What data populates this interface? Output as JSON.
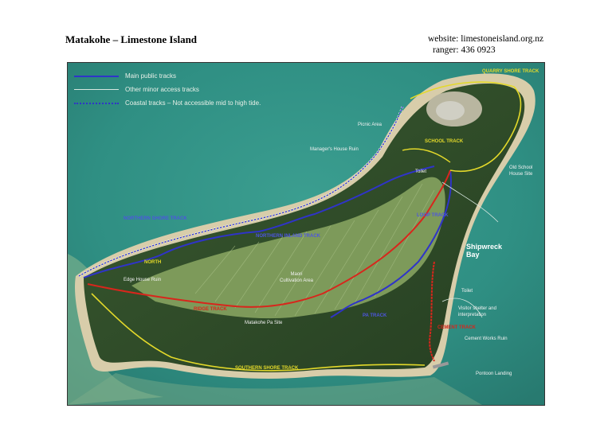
{
  "header": {
    "title": "Matakohe – Limestone Island",
    "website": "website: limestoneisland.org.nz",
    "ranger": "ranger: 436 0923"
  },
  "legend": [
    {
      "label": "Main public tracks",
      "color": "#2f34c8",
      "style": "solid"
    },
    {
      "label": "Other minor access tracks",
      "color": "#d8e8e0",
      "style": "thin"
    },
    {
      "label": "Coastal tracks – Not accessible mid to high tide.",
      "color": "#2f34c8",
      "style": "dotted"
    }
  ],
  "tracks": {
    "quarry_shore": "QUARRY SHORE TRACK",
    "school": "SCHOOL TRACK",
    "northern_shore": "NORTHERN SHORE TRACK",
    "northern_inland": "NORTHERN INLAND TRACK",
    "loop": "LOOP TRACK",
    "ridge": "RIDGE TRACK",
    "pa": "PA TRACK",
    "southern_shore": "SOUTHERN SHORE TRACK",
    "cement": "CEMENT TRACK",
    "north": "NORTH"
  },
  "places": {
    "picnic": "Picnic Area",
    "manager": "Manager's House Ruin",
    "toilet1": "Toilet",
    "old_school": "Old School House Site",
    "shipwreck": "Shipwreck Bay",
    "edge_house": "Edge House Ruin",
    "cultivation": "Maori Cultivation Area",
    "pa_site": "Matakohe Pa Site",
    "toilet2": "Toilet",
    "visitor": "Visitor shelter and interpretation",
    "cement_ruin": "Cement Works Ruin",
    "pontoon": "Pontoon Landing"
  },
  "colors": {
    "sea": "#2f8f83",
    "sand": "#d8cdaa",
    "forest": "#2e4a28",
    "grass": "#7d9a5a",
    "main_track": "#2f34c8",
    "ridge": "#d8261c",
    "shore": "#e3d92a"
  }
}
